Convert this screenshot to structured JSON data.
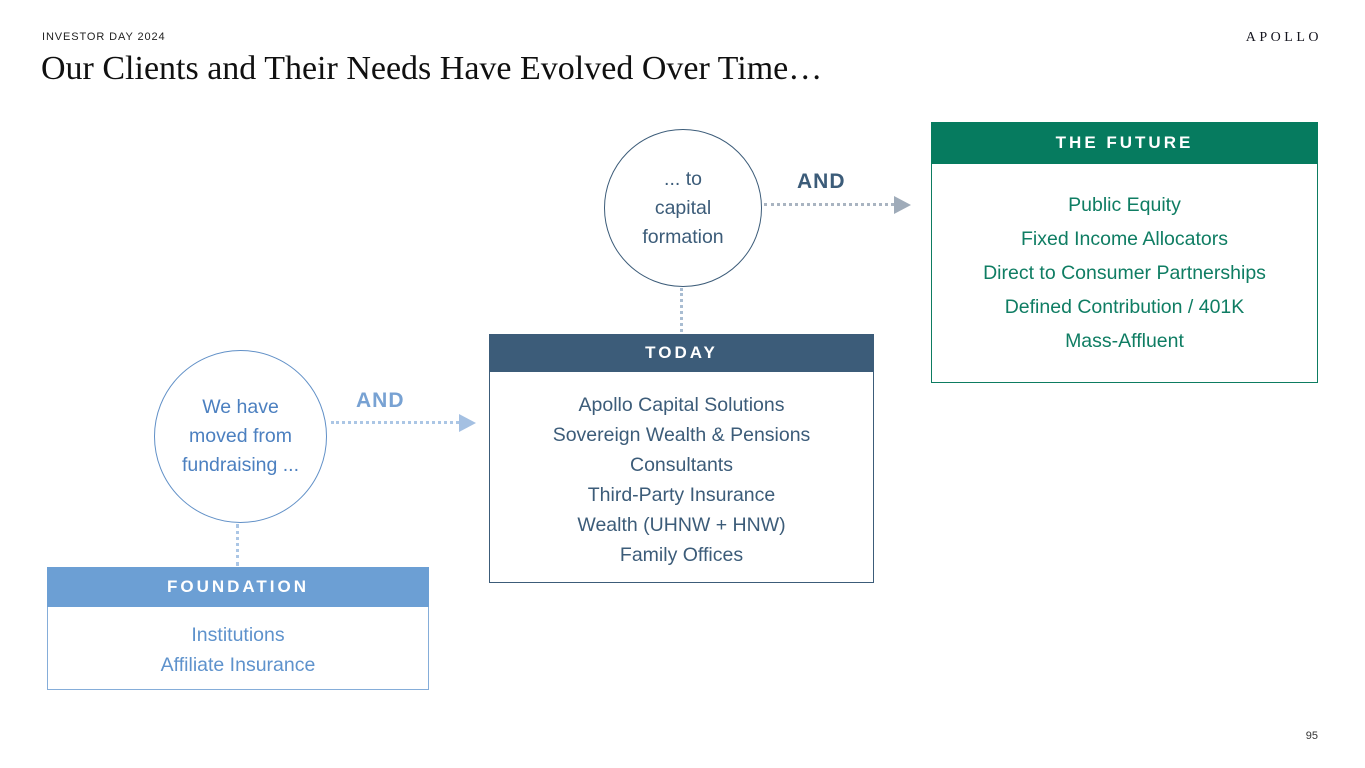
{
  "header": {
    "eyebrow": "INVESTOR DAY 2024",
    "logo": "APOLLO",
    "title": "Our Clients and Their Needs Have Evolved Over Time…"
  },
  "diagram": {
    "circle_fundraising": {
      "lines": [
        "We have",
        "moved from",
        "fundraising ..."
      ]
    },
    "circle_capital_formation": {
      "lines": [
        "... to",
        "capital",
        "formation"
      ]
    },
    "and_labels": [
      "AND",
      "AND"
    ],
    "foundation": {
      "title": "FOUNDATION",
      "items": [
        "Institutions",
        "Affiliate Insurance"
      ]
    },
    "today": {
      "title": "TODAY",
      "items": [
        "Apollo Capital Solutions",
        "Sovereign Wealth & Pensions",
        "Consultants",
        "Third-Party Insurance",
        "Wealth (UHNW + HNW)",
        "Family Offices"
      ]
    },
    "future": {
      "title": "THE FUTURE",
      "items": [
        "Public Equity",
        "Fixed Income Allocators",
        "Direct to Consumer Partnerships",
        "Defined Contribution / 401K",
        "Mass-Affluent"
      ]
    }
  },
  "footer": {
    "page_number": "95"
  },
  "colors": {
    "future_green_header": "#067b5f",
    "future_green_text": "#0f7d63",
    "today_slate": "#3c5c79",
    "foundation_header_blue": "#6c9fd4",
    "foundation_text_blue": "#5e92cc",
    "circle_fundraising_blue": "#4c80c0",
    "arrow_light_blue": "#abc6e5",
    "arrow_gray": "#a9b4c1"
  }
}
